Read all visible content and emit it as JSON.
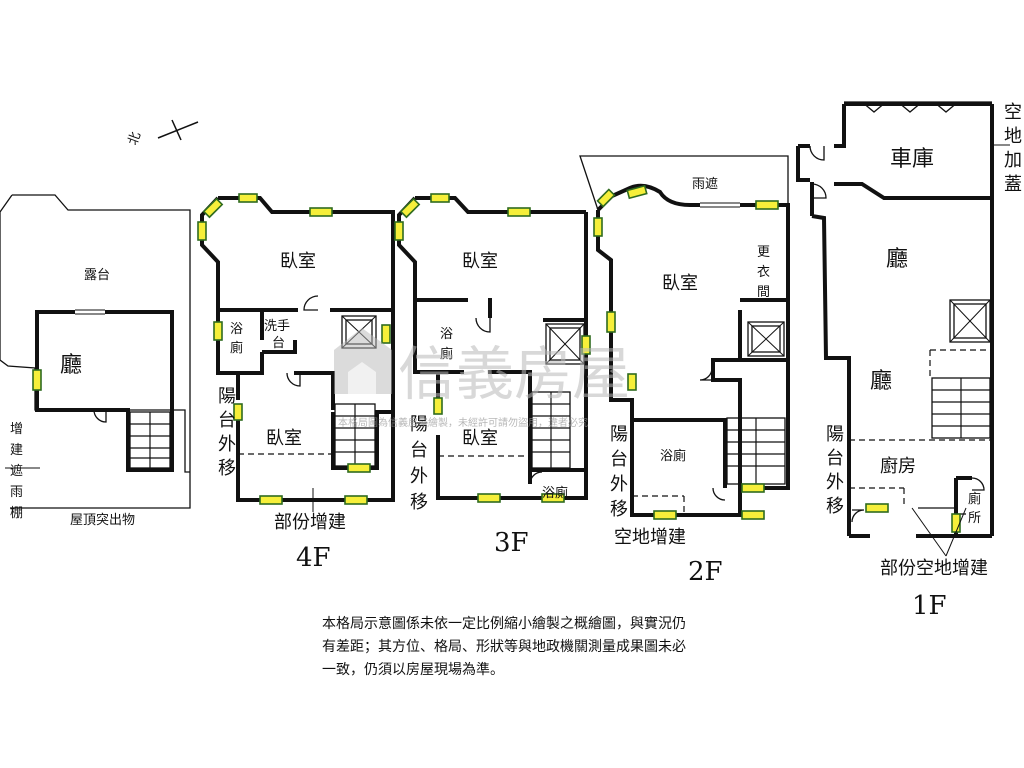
{
  "compass": {
    "label": "北"
  },
  "roof": {
    "terrace": "露台",
    "hall": "廳",
    "side_note_chars": [
      "增",
      "建",
      "遮",
      "雨",
      "棚"
    ],
    "caption": "屋頂突出物"
  },
  "floor4": {
    "bedroom_top": "臥室",
    "bath_char1": "浴",
    "bath_char2": "廁",
    "wash_char1": "洗手",
    "wash_char2": "台",
    "balcony_chars": [
      "陽",
      "台",
      "外",
      "移"
    ],
    "bedroom_bottom": "臥室",
    "caption": "部份增建",
    "floor_label": "4F"
  },
  "floor3": {
    "bedroom_top": "臥室",
    "bath_char1": "浴",
    "bath_char2": "廁",
    "balcony_chars": [
      "陽",
      "台",
      "外",
      "移"
    ],
    "bedroom_bottom": "臥室",
    "bath_bottom": "浴廁",
    "floor_label": "3F"
  },
  "floor2": {
    "canopy": "雨遮",
    "bedroom": "臥室",
    "closet_chars": [
      "更",
      "衣",
      "間"
    ],
    "balcony_chars": [
      "陽",
      "台",
      "外",
      "移"
    ],
    "bath": "浴廁",
    "caption": "空地增建",
    "floor_label": "2F"
  },
  "floor1": {
    "garage": "車庫",
    "side_chars": [
      "空",
      "地",
      "加",
      "蓋"
    ],
    "hall_top": "廳",
    "hall_bottom": "廳",
    "balcony_chars": [
      "陽",
      "台",
      "外",
      "移"
    ],
    "kitchen": "廚房",
    "toilet_chars": [
      "廁",
      "所"
    ],
    "caption": "部份空地增建",
    "floor_label": "1F"
  },
  "watermark": {
    "brand": "信義房屋",
    "line": "本格局圖為信義房屋繪製，未經許可請勿盜用，違者必究"
  },
  "disclaimer": {
    "line1": "本格局示意圖係未依一定比例縮小繪製之概繪圖，與實況仍",
    "line2": "有差距；其方位、格局、形狀等與地政機關測量成果圖未必",
    "line3": "一致，仍須以房屋現場為準。"
  },
  "colors": {
    "wall": "#111111",
    "window_fill": "#f6ef3a",
    "window_stroke": "#2f6b1f",
    "watermark": "#b8b8b8"
  }
}
